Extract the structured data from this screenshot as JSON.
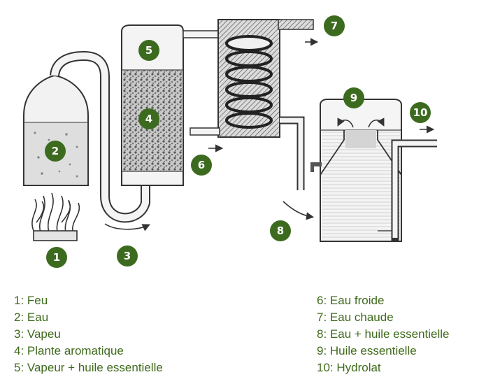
{
  "badges": [
    {
      "number": "1"
    },
    {
      "number": "2"
    },
    {
      "number": "3"
    },
    {
      "number": "4"
    },
    {
      "number": "5"
    },
    {
      "number": "6"
    },
    {
      "number": "7"
    },
    {
      "number": "8"
    },
    {
      "number": "9"
    },
    {
      "number": "10"
    }
  ],
  "legend_left": [
    "1: Feu",
    "2: Eau",
    "3: Vapeu",
    "4: Plante aromatique",
    "5: Vapeur + huile essentielle"
  ],
  "legend_right": [
    "6: Eau froide",
    "7: Eau chaude",
    "8: Eau + huile essentielle",
    "9: Huile essentielle",
    "10: Hydrolat"
  ],
  "colors": {
    "badge": "#3c6b1f",
    "legend_text": "#3f6a1c",
    "line": "#333333"
  }
}
